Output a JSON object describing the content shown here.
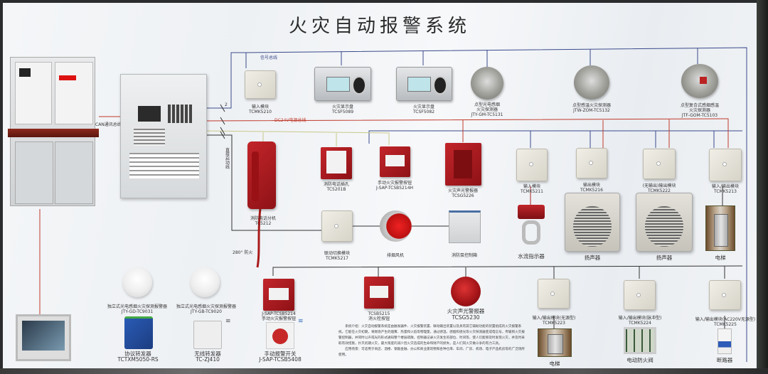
{
  "title": "火灾自动报警系统",
  "buses": {
    "signal": "信号总线",
    "dc24v": "DC24V电源总线",
    "can": "CAN通讯总线",
    "direct": "直接启动线",
    "fire_hose": "280° 防火",
    "count": "2"
  },
  "colors": {
    "signal_bus": "#3a4a8c",
    "power_bus": "#c0392b",
    "direct_line": "#333333",
    "phone_line": "#c9c98a",
    "device_red": "#b71c1c"
  },
  "devices": {
    "input_module_top": {
      "name": "输入模块",
      "model": "TCMK5210"
    },
    "display_1": {
      "name": "火灾显示盘",
      "model": "TCSF5089"
    },
    "display_2": {
      "name": "火灾显示盘",
      "model": "TCSF5082"
    },
    "smoke_detector": {
      "name": "点型光电感烟",
      "name2": "火灾探测器",
      "model": "JTY-GM-TC5131"
    },
    "heat_detector": {
      "name": "点型感温火灾探测器",
      "model": "JTW-ZOM-TC5132"
    },
    "combo_detector": {
      "name": "点型复合式感烟感温",
      "name2": "火灾探测器",
      "model": "JTF-GOM-TC5103"
    },
    "phone": {
      "name": "消防电话分机",
      "model": "TC5212"
    },
    "phone_socket": {
      "name": "消防电话插孔",
      "model": "TC5201B"
    },
    "manual_alarm": {
      "name": "手动火灾报警按钮",
      "model": "J-SAP-TCSB5214H"
    },
    "sounder_strobe": {
      "name": "火灾声光警报器",
      "model": "TCSG5226"
    },
    "input_module": {
      "name": "输入模块",
      "model": "TCMK5211"
    },
    "output_module": {
      "name": "输出模块",
      "model": "TCMK5216"
    },
    "output_module_2": {
      "name": "(无输出)输出模块",
      "model": "TCMK5222"
    },
    "io_module": {
      "name": "输入/输出模块",
      "model": "TCMK5213"
    },
    "linkage_module": {
      "name": "联动切换模块",
      "model": "TCMK5217"
    },
    "smoke_fan": {
      "name": "排烟风机"
    },
    "pump_box": {
      "name": "消防泵控制箱"
    },
    "water_flow": {
      "name": "水流指示器"
    },
    "speaker_1": {
      "name": "扬声器"
    },
    "speaker_2": {
      "name": "扬声器"
    },
    "elevator_1": {
      "name": "电梯"
    },
    "standalone_1": {
      "name": "独立式光电感烟火灾探测报警器",
      "model": "JTY-GD-TC9031"
    },
    "standalone_2": {
      "name": "独立式光电感烟火灾探测报警器",
      "model": "JTY-GB-TC9020"
    },
    "protocol_converter": {
      "name": "协议转发器",
      "model": "TCTXM5050-RS"
    },
    "wireless_repeater": {
      "name": "无线转发器",
      "model": "TC-ZJ410"
    },
    "manual_alarm_2": {
      "name": "手动火灾报警按钮",
      "model": "J-SAP-TCSB5214"
    },
    "manual_switch": {
      "name": "手动报警开关",
      "model": "J-SAP-TCSB5408"
    },
    "hydrant_button": {
      "name": "消火栓按钮",
      "model": "TCSB5215"
    },
    "sounder": {
      "name": "火灾声光警报器",
      "model": "TCSG5230"
    },
    "io_module_power": {
      "name": "输入/输出模块(无源型)",
      "model": "TCMK5223"
    },
    "io_module_pulse": {
      "name": "输入/输出模块(脉冲型)",
      "model": "TCMK5224"
    },
    "io_module_ac": {
      "name": "输入/输出模块(AC220V无源型)",
      "model": "TCMK5225"
    },
    "elevator_2": {
      "name": "电梯"
    },
    "fire_damper": {
      "name": "电动防火阀"
    },
    "breaker": {
      "name": "断路器"
    }
  },
  "description": [
    "系统介绍：火灾自动报警系统是由触发器件、火灾报警装置、联动输出装置以及具有其它辅助功能的装置组成的火灾报警系统。它能在火灾初期，将燃烧产生的烟雾、热量和火焰等物理量，通过感温、感烟和感光等火灾探测器变成电信号，传输到火灾报警控制器，并同时以声或光的形式通知整个楼层疏散，控制器记录火灾发生的部位、时间等，使人们能够及时发现火灾，并及时采取有效措施，扑灭初期火灾，最大限度的减少因火灾造成的生命和财产的损失，是人们同火灾做斗争的有力工具。",
    "应用场景：可适用于商店、酒楼、钢筋金融、办公和商业建筑物和各种仓库、车间、厂房、机场、电子产品机房等的广泛场所使用。"
  ]
}
